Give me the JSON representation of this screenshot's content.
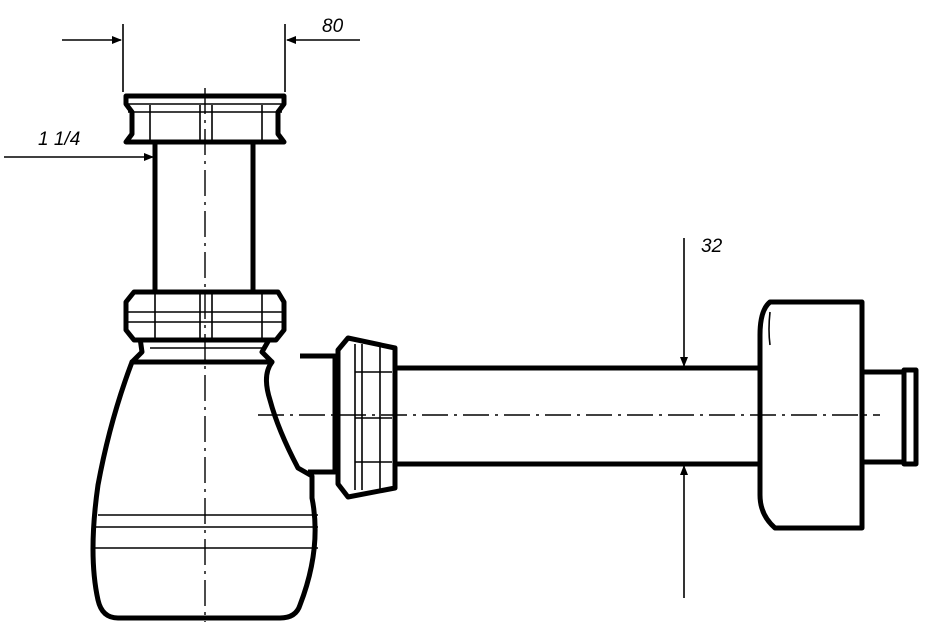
{
  "dimensions": {
    "width_label": "80",
    "thread_label": "1 1/4",
    "outlet_label": "32"
  },
  "colors": {
    "line": "#000000",
    "background": "#ffffff"
  }
}
